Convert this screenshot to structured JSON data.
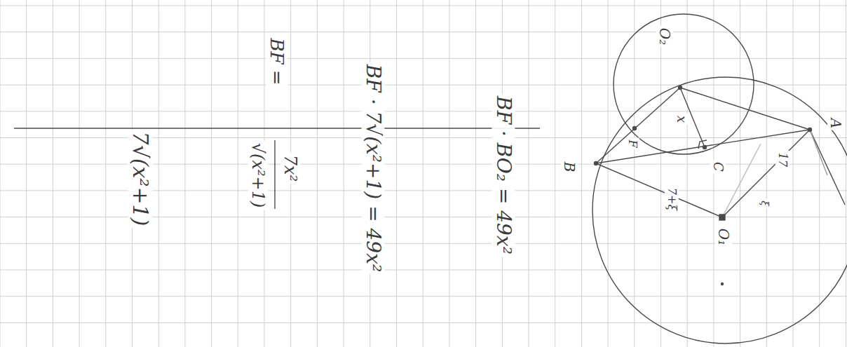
{
  "diagram": {
    "labels": [
      "7√(x²+1)",
      "BF =",
      "7x²",
      "√(x²+1)",
      "BF · 7√(x²+1) = 49x²",
      "BF · BO₂ = 49x²",
      "O₂",
      "A",
      "B",
      "C",
      "F",
      "O₁",
      "x",
      "17",
      "7+ξ",
      "ξ"
    ]
  }
}
